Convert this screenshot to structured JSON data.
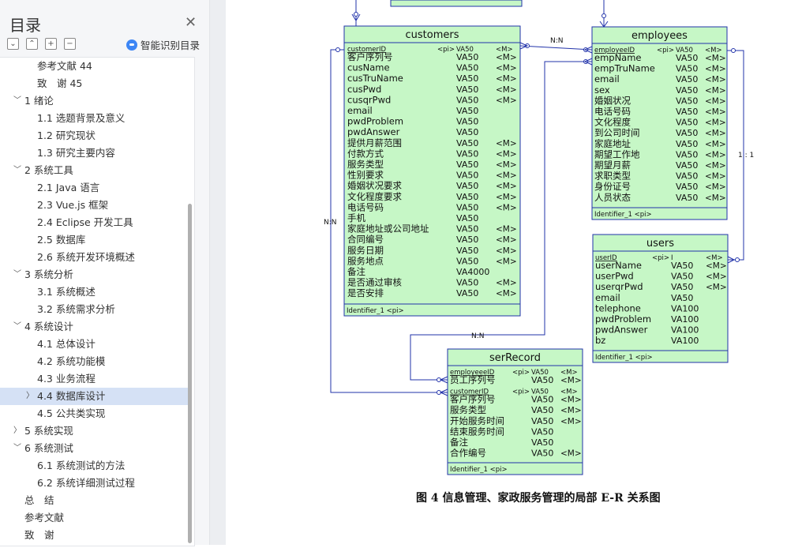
{
  "sidebar": {
    "title": "目录",
    "ai_label": "智能识别目录",
    "items": [
      {
        "label": "参考文献 44",
        "level": 2,
        "expand": ""
      },
      {
        "label": "致　谢 45",
        "level": 2,
        "expand": ""
      },
      {
        "label": "1 绪论",
        "level": 1,
        "expand": "open"
      },
      {
        "label": "1.1 选题背景及意义",
        "level": 2,
        "expand": ""
      },
      {
        "label": "1.2 研究现状",
        "level": 2,
        "expand": ""
      },
      {
        "label": "1.3 研究主要内容",
        "level": 2,
        "expand": ""
      },
      {
        "label": "2 系统工具",
        "level": 1,
        "expand": "open"
      },
      {
        "label": "2.1 Java 语言",
        "level": 2,
        "expand": ""
      },
      {
        "label": "2.3 Vue.js 框架",
        "level": 2,
        "expand": ""
      },
      {
        "label": "2.4 Eclipse 开发工具",
        "level": 2,
        "expand": ""
      },
      {
        "label": "2.5 数据库",
        "level": 2,
        "expand": ""
      },
      {
        "label": "2.6 系统开发环境概述",
        "level": 2,
        "expand": ""
      },
      {
        "label": "3 系统分析",
        "level": 1,
        "expand": "open"
      },
      {
        "label": "3.1 系统概述",
        "level": 2,
        "expand": ""
      },
      {
        "label": "3.2 系统需求分析",
        "level": 2,
        "expand": ""
      },
      {
        "label": "4 系统设计",
        "level": 1,
        "expand": "open"
      },
      {
        "label": "4.1 总体设计",
        "level": 2,
        "expand": ""
      },
      {
        "label": "4.2 系统功能模",
        "level": 2,
        "expand": ""
      },
      {
        "label": "4.3 业务流程",
        "level": 2,
        "expand": ""
      },
      {
        "label": "4.4 数据库设计",
        "level": 2,
        "expand": "closed",
        "selected": true
      },
      {
        "label": "4.5 公共类实现",
        "level": 2,
        "expand": ""
      },
      {
        "label": "5 系统实现",
        "level": 1,
        "expand": "closed"
      },
      {
        "label": "6 系统测试",
        "level": 1,
        "expand": "open"
      },
      {
        "label": "6.1 系统测试的方法",
        "level": 2,
        "expand": ""
      },
      {
        "label": "6.2 系统详细测试过程",
        "level": 2,
        "expand": ""
      },
      {
        "label": "总　结",
        "level": 1,
        "expand": ""
      },
      {
        "label": "参考文献",
        "level": 1,
        "expand": ""
      },
      {
        "label": "致　谢",
        "level": 1,
        "expand": ""
      }
    ]
  },
  "diagram": {
    "caption": "图 4  信息管理、家政服务管理的局部 E-R 关系图",
    "entities": [
      {
        "name": "customers",
        "footer": "Identifier_1  <pi>",
        "attrs": [
          [
            "customerID",
            "<pi>",
            "VA50",
            "<M>"
          ],
          [
            "客户序列号",
            "",
            "VA50",
            "<M>"
          ],
          [
            "cusName",
            "",
            "VA50",
            "<M>"
          ],
          [
            "cusTruName",
            "",
            "VA50",
            "<M>"
          ],
          [
            "cusPwd",
            "",
            "VA50",
            "<M>"
          ],
          [
            "cusqrPwd",
            "",
            "VA50",
            "<M>"
          ],
          [
            "email",
            "",
            "VA50",
            ""
          ],
          [
            "pwdProblem",
            "",
            "VA50",
            ""
          ],
          [
            "pwdAnswer",
            "",
            "VA50",
            ""
          ],
          [
            "提供月薪范围",
            "",
            "VA50",
            "<M>"
          ],
          [
            "付款方式",
            "",
            "VA50",
            "<M>"
          ],
          [
            "服务类型",
            "",
            "VA50",
            "<M>"
          ],
          [
            "性别要求",
            "",
            "VA50",
            "<M>"
          ],
          [
            "婚姻状况要求",
            "",
            "VA50",
            "<M>"
          ],
          [
            "文化程度要求",
            "",
            "VA50",
            "<M>"
          ],
          [
            "电话号码",
            "",
            "VA50",
            "<M>"
          ],
          [
            "手机",
            "",
            "VA50",
            ""
          ],
          [
            "家庭地址或公司地址",
            "",
            "VA50",
            "<M>"
          ],
          [
            "合同编号",
            "",
            "VA50",
            "<M>"
          ],
          [
            "服务日期",
            "",
            "VA50",
            "<M>"
          ],
          [
            "服务地点",
            "",
            "VA50",
            "<M>"
          ],
          [
            "备注",
            "",
            "VA4000",
            ""
          ],
          [
            "是否通过审核",
            "",
            "VA50",
            "<M>"
          ],
          [
            "是否安排",
            "",
            "VA50",
            "<M>"
          ]
        ]
      },
      {
        "name": "employees",
        "footer": "Identifier_1  <pi>",
        "attrs": [
          [
            "employeeID",
            "<pi>",
            "VA50",
            "<M>"
          ],
          [
            "empName",
            "",
            "VA50",
            "<M>"
          ],
          [
            "empTruName",
            "",
            "VA50",
            "<M>"
          ],
          [
            "email",
            "",
            "VA50",
            "<M>"
          ],
          [
            "sex",
            "",
            "VA50",
            "<M>"
          ],
          [
            "婚姻状况",
            "",
            "VA50",
            "<M>"
          ],
          [
            "电话号码",
            "",
            "VA50",
            "<M>"
          ],
          [
            "文化程度",
            "",
            "VA50",
            "<M>"
          ],
          [
            "到公司时间",
            "",
            "VA50",
            "<M>"
          ],
          [
            "家庭地址",
            "",
            "VA50",
            "<M>"
          ],
          [
            "期望工作地",
            "",
            "VA50",
            "<M>"
          ],
          [
            "期望月薪",
            "",
            "VA50",
            "<M>"
          ],
          [
            "求职类型",
            "",
            "VA50",
            "<M>"
          ],
          [
            "身份证号",
            "",
            "VA50",
            "<M>"
          ],
          [
            "人员状态",
            "",
            "VA50",
            "<M>"
          ]
        ]
      },
      {
        "name": "users",
        "footer": "Identifier_1  <pi>",
        "attrs": [
          [
            "userID",
            "<pi>",
            "I",
            "<M>"
          ],
          [
            "userName",
            "",
            "VA50",
            "<M>"
          ],
          [
            "userPwd",
            "",
            "VA50",
            "<M>"
          ],
          [
            "userqrPwd",
            "",
            "VA50",
            "<M>"
          ],
          [
            "email",
            "",
            "VA50",
            ""
          ],
          [
            "telephone",
            "",
            "VA100",
            ""
          ],
          [
            "pwdProblem",
            "",
            "VA100",
            ""
          ],
          [
            "pwdAnswer",
            "",
            "VA100",
            ""
          ],
          [
            "bz",
            "",
            "VA100",
            ""
          ]
        ]
      },
      {
        "name": "serRecord",
        "footer": "Identifier_1  <pi>",
        "attrs": [
          [
            "employeeeID",
            "<pi>",
            "VA50",
            "<M>"
          ],
          [
            "员工序列号",
            "",
            "VA50",
            "<M>"
          ],
          [
            "customerID",
            "<pi>",
            "VA50",
            "<M>"
          ],
          [
            "客户序列号",
            "",
            "VA50",
            "<M>"
          ],
          [
            "服务类型",
            "",
            "VA50",
            "<M>"
          ],
          [
            "开始服务时间",
            "",
            "VA50",
            "<M>"
          ],
          [
            "结束服务时间",
            "",
            "VA50",
            ""
          ],
          [
            "备注",
            "",
            "VA50",
            ""
          ],
          [
            "合作编号",
            "",
            "VA50",
            "<M>"
          ]
        ]
      }
    ],
    "relations": [
      {
        "label": "N:N"
      },
      {
        "label": "1 : 1"
      },
      {
        "label": "N:N"
      },
      {
        "label": "N:N"
      }
    ]
  }
}
